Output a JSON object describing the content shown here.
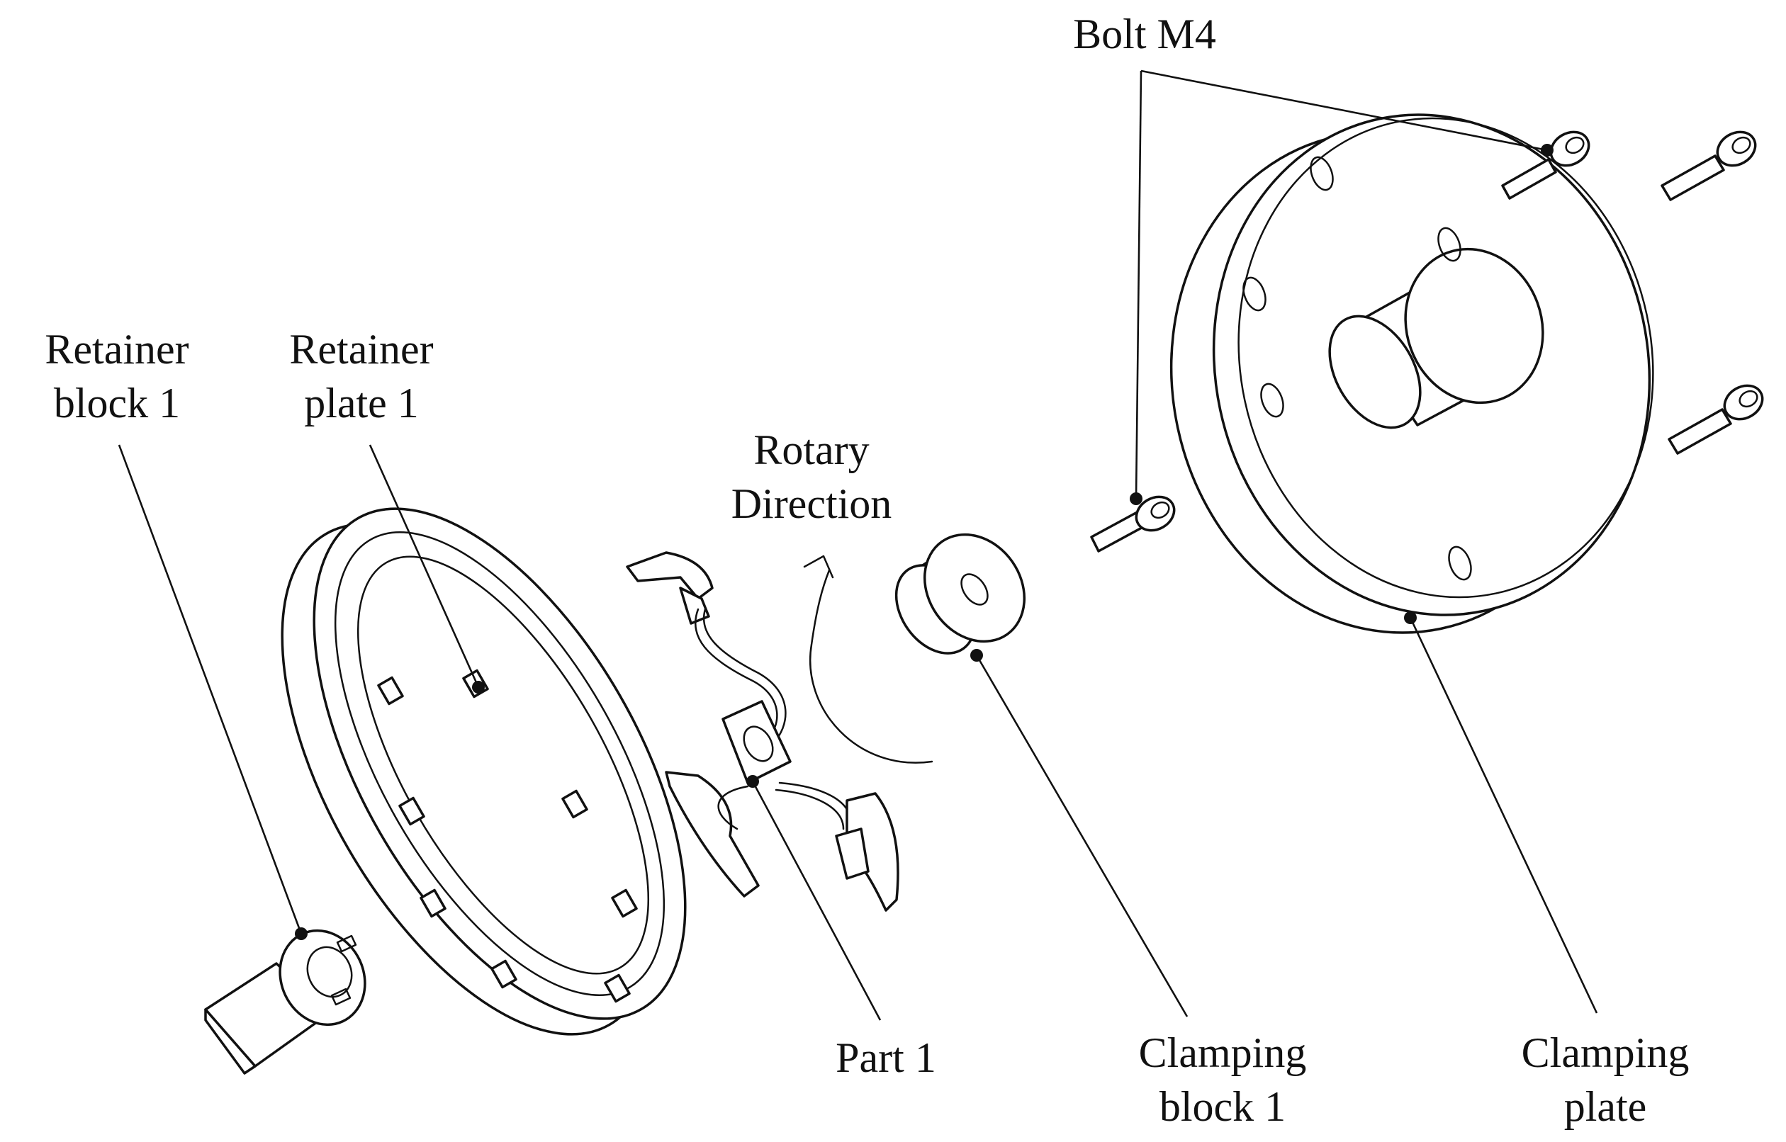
{
  "labels": {
    "bolt": "Bolt M4",
    "retainer_block_line1": "Retainer",
    "retainer_block_line2": "block 1",
    "retainer_plate_line1": "Retainer",
    "retainer_plate_line2": "plate 1",
    "rotary_line1": "Rotary",
    "rotary_line2": "Direction",
    "part": "Part 1",
    "clamping_block_line1": "Clamping",
    "clamping_block_line2": "block 1",
    "clamping_plate_line1": "Clamping",
    "clamping_plate_line2": "plate"
  },
  "colors": {
    "line": "#111111",
    "background": "#ffffff"
  }
}
